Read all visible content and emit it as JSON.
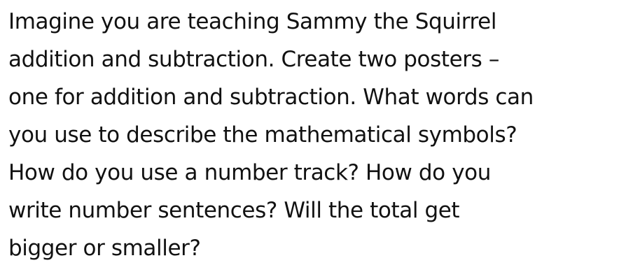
{
  "document": {
    "lines": [
      "Imagine you are teaching Sammy the Squirrel",
      "addition and subtraction. Create two posters –",
      "one for addition and subtraction. What words can",
      "you use to describe the mathematical symbols?",
      "How do you use a number track? How do you",
      "write number sentences? Will the total get",
      "bigger or smaller?"
    ]
  }
}
